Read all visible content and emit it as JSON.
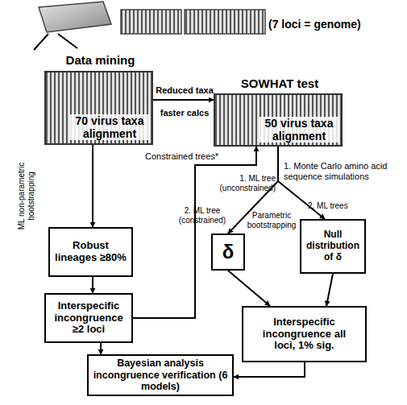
{
  "diagram": {
    "nodes": [
      {
        "text": [
          "Data mining",
          "70 virus taxa alignment"
        ]
      },
      {
        "text": [
          "SOWHAT test",
          "50 virus taxa alignment"
        ]
      },
      {
        "text": [
          "Robust lineages ≥80%"
        ]
      },
      {
        "text": [
          "Interspecific incongruence ≥2 loci"
        ]
      },
      {
        "text": [
          "δ"
        ]
      },
      {
        "text": [
          "Null distribution of δ"
        ]
      },
      {
        "text": [
          "Interspecific incongruence all loci, 1% sig."
        ]
      },
      {
        "text": [
          "Bayesian analysis incongruence verification (6 models)"
        ]
      }
    ],
    "edges": [
      {
        "from": 0,
        "to": 1,
        "arrow": "to",
        "label": "Reduced taxa faster calcs"
      },
      {
        "from": 0,
        "to": 2,
        "arrow": "to",
        "label": "ML non-parametric bootstrapping"
      },
      {
        "from": 2,
        "to": 3,
        "arrow": "to"
      },
      {
        "from": 3,
        "to": 1,
        "arrow": "to",
        "label": "Constrained trees*"
      },
      {
        "from": 1,
        "to": 4,
        "arrow": "to",
        "label": "2. ML tree (constrained)"
      },
      {
        "from": 1,
        "to": 5,
        "arrow": "to",
        "label": "2. ML trees"
      },
      {
        "from": 4,
        "to": 6,
        "arrow": "to"
      },
      {
        "from": 5,
        "to": 6,
        "arrow": "to"
      },
      {
        "from": 3,
        "to": 7,
        "arrow": "to"
      },
      {
        "from": 6,
        "to": 7,
        "arrow": "to"
      }
    ],
    "labels": [
      "(7 loci = genome)",
      "1. ML tree (unconstrained)",
      "1. Monte Carlo amino acid sequence simulations",
      "Parametric bootstrapping"
    ]
  }
}
